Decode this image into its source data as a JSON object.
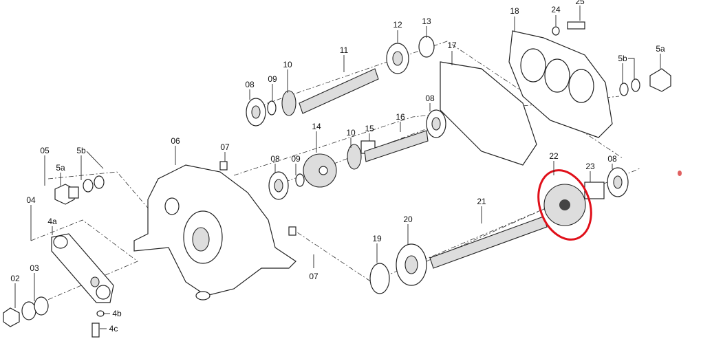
{
  "diagram": {
    "highlight_color": "#e0101a",
    "marker_color": "#e06060",
    "labels": [
      "18",
      "24",
      "25",
      "13",
      "12",
      "17",
      "11",
      "10",
      "09",
      "08",
      "5b",
      "5a",
      "08",
      "16",
      "15",
      "14",
      "10",
      "08",
      "09",
      "22",
      "23",
      "08",
      "06",
      "07",
      "05",
      "5b",
      "5a",
      "04",
      "4a",
      "21",
      "20",
      "19",
      "07",
      "02",
      "03",
      "4b",
      "4c"
    ],
    "highlighted_part": "22"
  }
}
